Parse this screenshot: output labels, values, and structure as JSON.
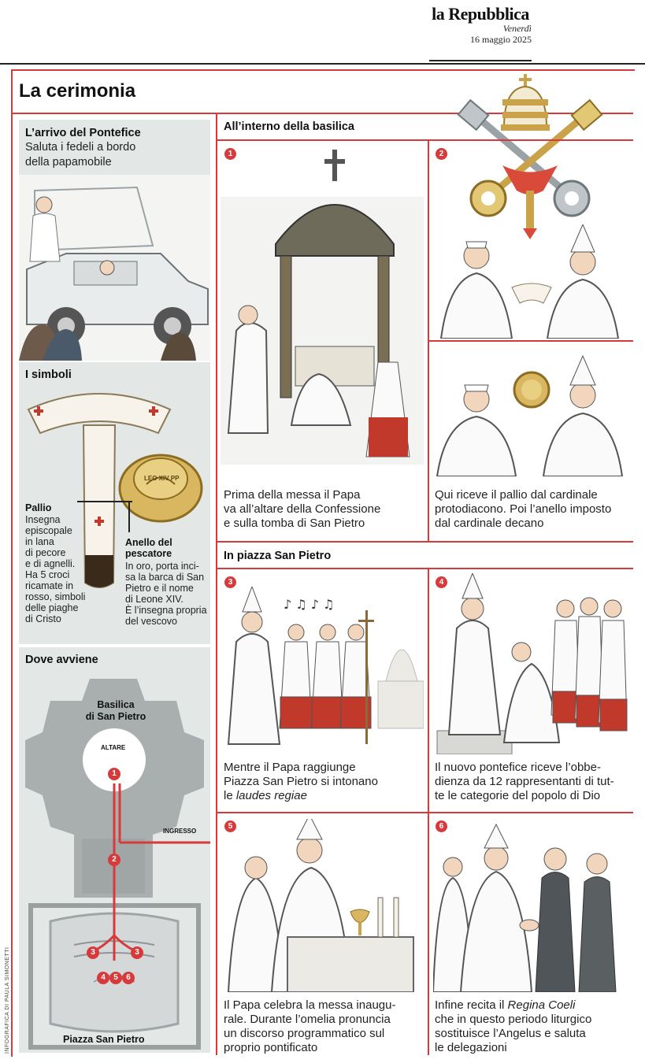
{
  "masthead": {
    "title": "la Repubblica",
    "day": "Venerdì",
    "date": "16 maggio 2025"
  },
  "main_title": "La cerimonia",
  "sidebar": {
    "arrival": {
      "title": "L’arrivo del Pontefice",
      "subtitle_line1": "Saluta i fedeli a bordo",
      "subtitle_line2": "della papamobile"
    },
    "symbols": {
      "title": "I simboli",
      "pallio_title": "Pallio",
      "pallio_text": [
        "Insegna",
        "episcopale",
        "in lana",
        "di pecore",
        "e di agnelli.",
        "Ha 5 croci",
        "ricamate in",
        "rosso, simboli",
        "delle piaghe",
        "di Cristo"
      ],
      "ring_inscription": "LEO XIV PP",
      "anello_title": [
        "Anello del",
        "pescatore"
      ],
      "anello_text": [
        "In oro, porta inci-",
        "sa la barca di San",
        "Pietro e il nome",
        "di Leone XIV.",
        "È l’insegna propria",
        "del vescovo"
      ]
    },
    "map": {
      "title": "Dove avviene",
      "basilica_label": [
        "Basilica",
        "di San Pietro"
      ],
      "altare_label": "ALTARE",
      "ingresso_label": "INGRESSO",
      "piazza_label": "Piazza San Pietro",
      "markers": [
        "1",
        "2",
        "3",
        "3",
        "4",
        "5",
        "6"
      ]
    },
    "credit": "INFOGRAFICA DI PAULA SIMONETTI"
  },
  "sections": {
    "inside": "All’interno della basilica",
    "square": "In piazza San Pietro"
  },
  "panels": [
    {
      "num": "1",
      "lines": [
        "Prima della messa il Papa",
        "va all’altare della Confessione",
        "e sulla tomba di San Pietro"
      ]
    },
    {
      "num": "2",
      "lines": [
        "Qui riceve il pallio dal cardinale",
        "protodiacono. Poi l’anello imposto",
        "dal cardinale decano"
      ]
    },
    {
      "num": "3",
      "lines": [
        " Mentre il Papa raggiunge",
        "Piazza San Pietro si intonano"
      ],
      "italic_line": "laudes regiae",
      "italic_prefix": "le "
    },
    {
      "num": "4",
      "lines": [
        "Il nuovo pontefice riceve l’obbe-",
        "dienza da 12 rappresentanti di tut-",
        "te le categorie del popolo di Dio"
      ]
    },
    {
      "num": "5",
      "lines": [
        "Il Papa celebra la messa inaugu-",
        "rale. Durante l’omelia pronuncia",
        "un discorso programmatico sul",
        "proprio pontificato"
      ]
    },
    {
      "num": "6",
      "line1_prefix": "Infine recita il ",
      "line1_italic": "Regina Coeli",
      "lines": [
        "che in questo periodo liturgico",
        "sostituisce l’Angelus e saluta",
        "le delegazioni"
      ]
    }
  ],
  "colors": {
    "accent": "#d73a3a",
    "sidebar_bg": "#e3e7e6",
    "gold": "#c9a24a"
  }
}
